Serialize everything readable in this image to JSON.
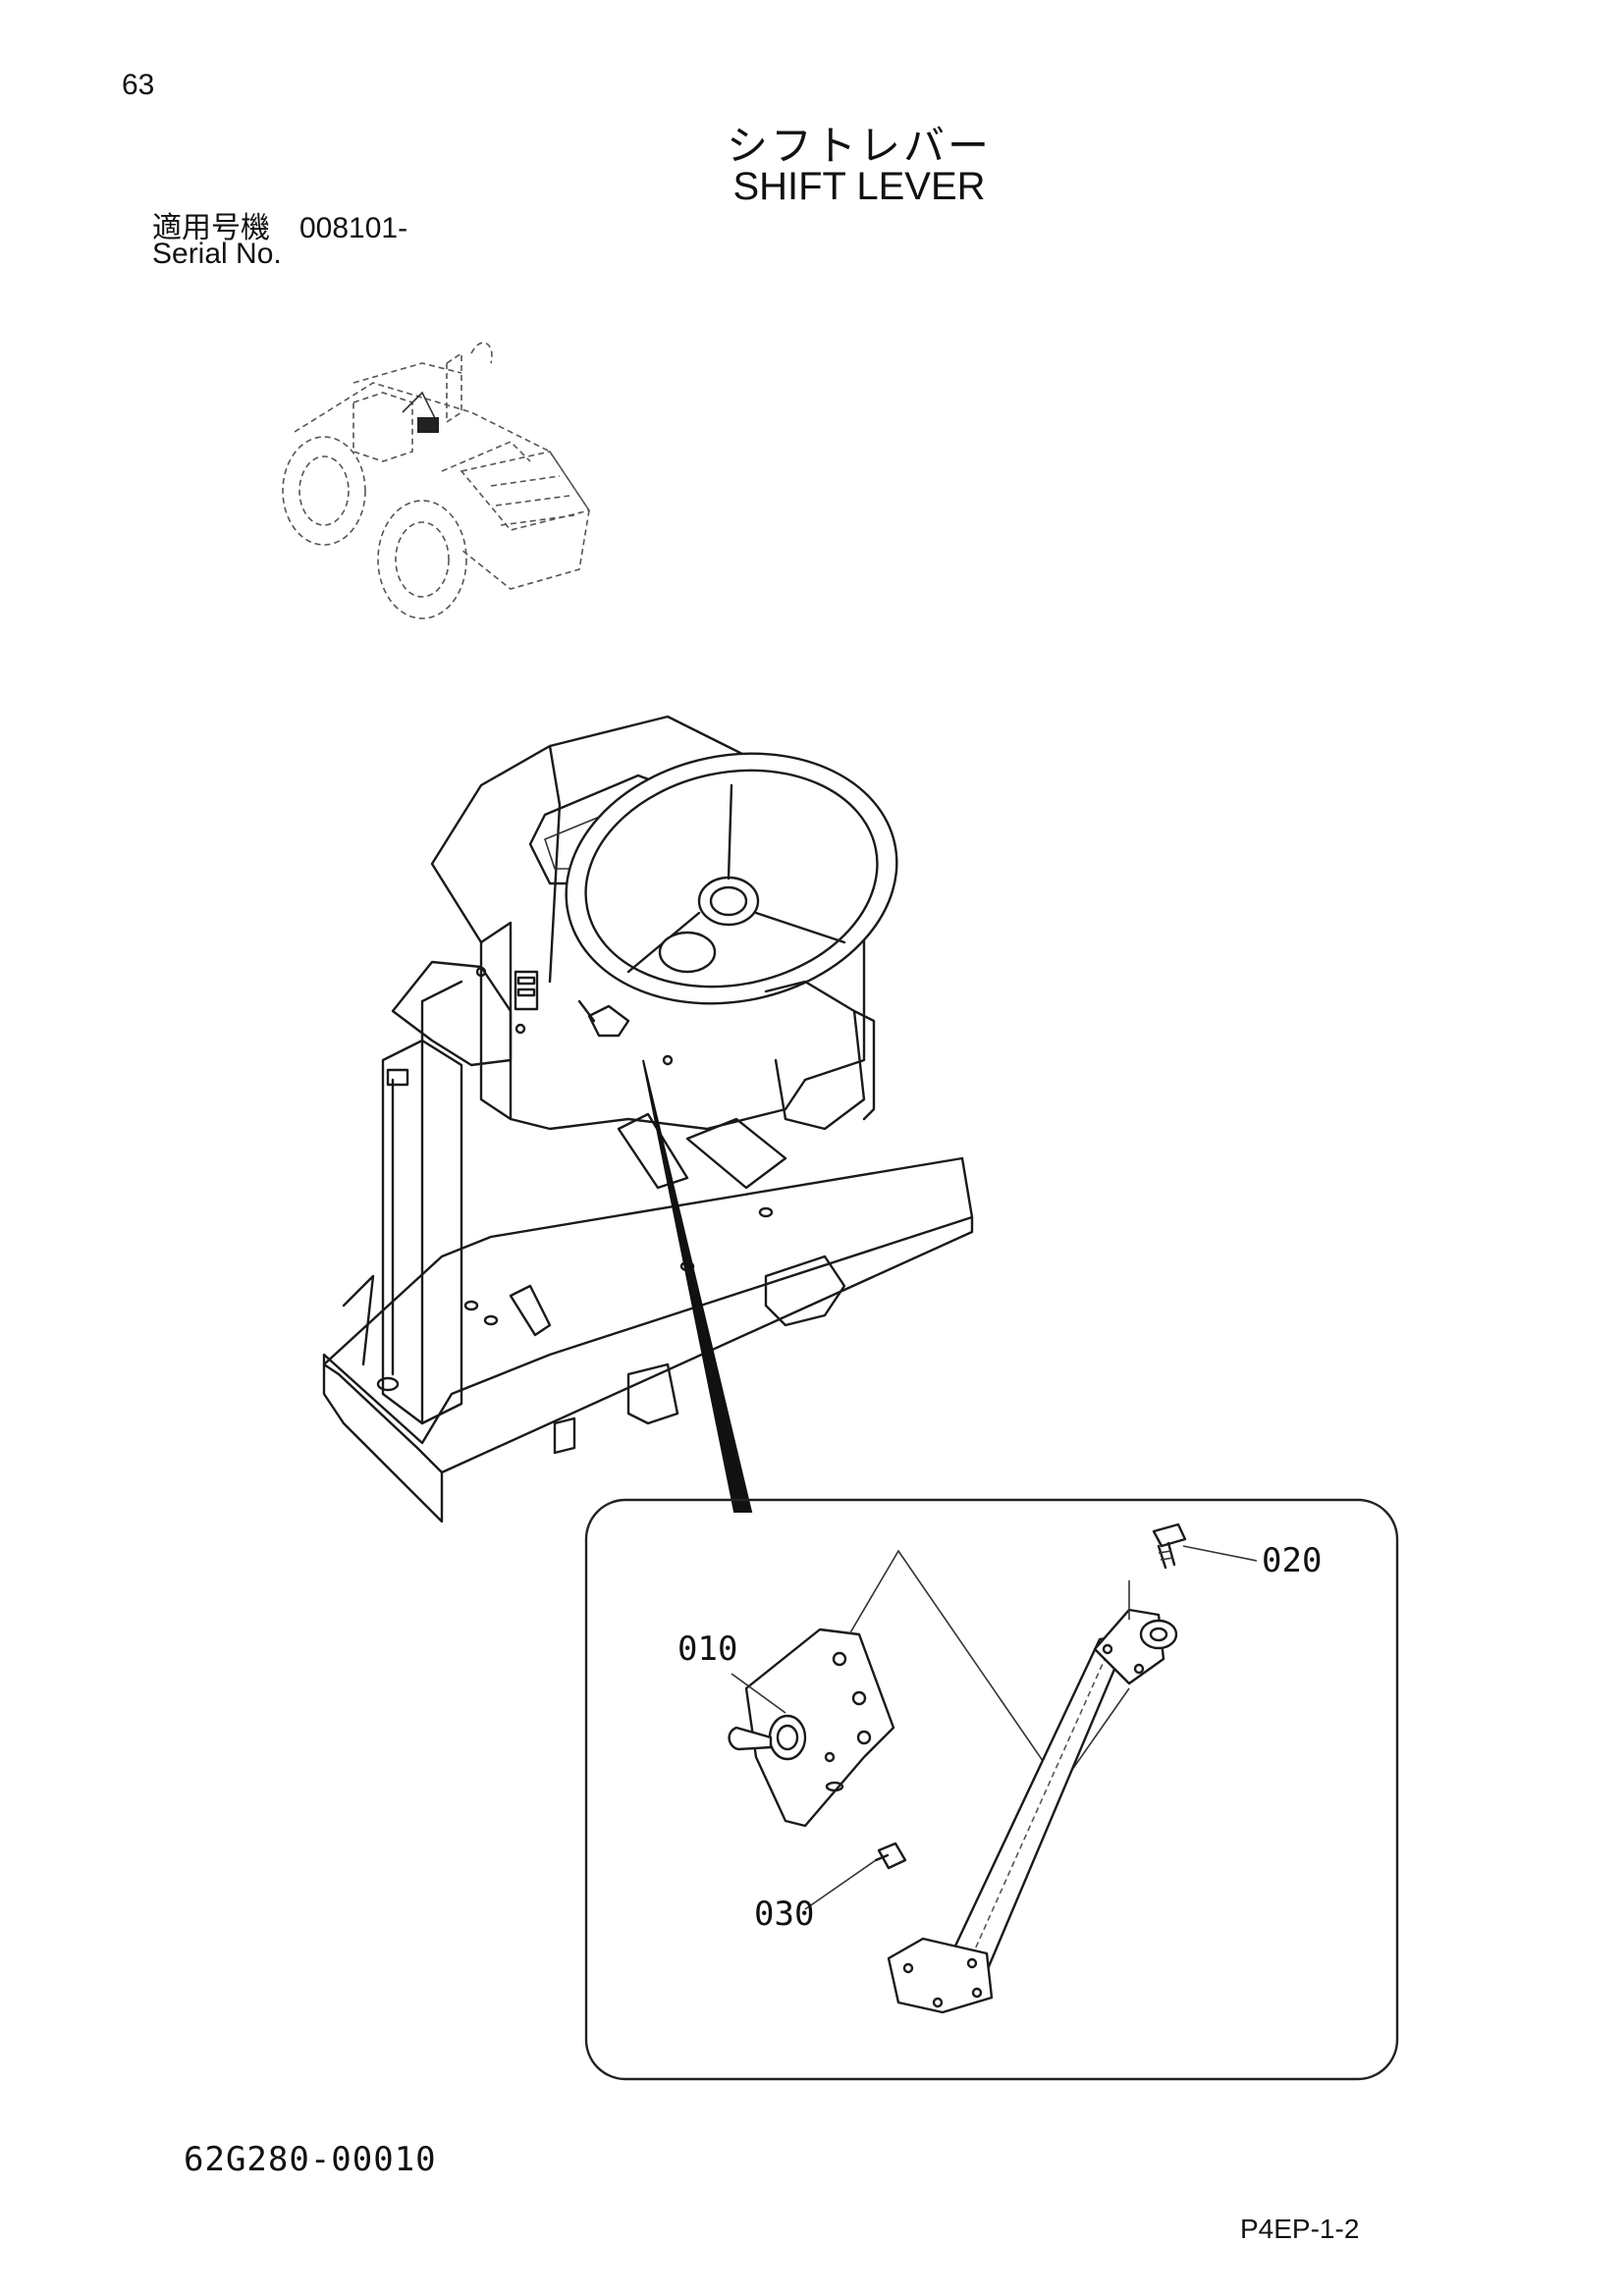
{
  "page_number": "63",
  "title": {
    "japanese": "シフトレバー",
    "english": "SHIFT LEVER"
  },
  "serial": {
    "label_japanese": "適用号機　008101-",
    "label_english": "Serial No."
  },
  "callouts": [
    {
      "id": "010",
      "label": "010"
    },
    {
      "id": "020",
      "label": "020"
    },
    {
      "id": "030",
      "label": "030"
    }
  ],
  "drawing_code": "62G280-00010",
  "page_ref": "P4EP-1-2"
}
